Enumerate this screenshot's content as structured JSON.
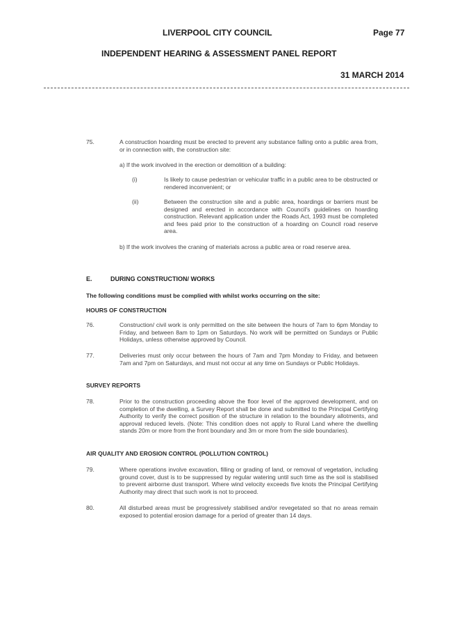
{
  "header": {
    "council": "LIVERPOOL CITY COUNCIL",
    "page": "Page 77",
    "report": "INDEPENDENT HEARING & ASSESSMENT PANEL REPORT",
    "date": "31 MARCH 2014"
  },
  "c75": {
    "num": "75.",
    "text": "A construction hoarding must be erected to prevent any substance falling onto a public area from, or in connection with, the construction site:",
    "a": "a)  If the work involved in the erection or demolition of a building:",
    "i_num": "(i)",
    "i_text": "Is likely to cause pedestrian or vehicular traffic in a public area to be obstructed or rendered inconvenient; or",
    "ii_num": "(ii)",
    "ii_text": "Between the construction site and a public area, hoardings or barriers must be designed and erected in accordance with Council's guidelines on hoarding construction. Relevant application under the Roads Act, 1993 must be completed and fees paid prior to the construction of a hoarding on Council road reserve area.",
    "b": "b)  If the work involves the craning of materials across a public area or road reserve area."
  },
  "sectionE": {
    "letter": "E.",
    "title": "DURING CONSTRUCTION/ WORKS",
    "intro": "The following conditions must be complied with whilst works occurring on the site:"
  },
  "hours": {
    "heading": "HOURS OF CONSTRUCTION",
    "c76_num": "76.",
    "c76": "Construction/ civil work is only permitted on the site between the hours of 7am to 6pm Monday to Friday, and between 8am to 1pm on Saturdays. No work will be permitted on Sundays or Public Holidays, unless otherwise approved by Council.",
    "c77_num": "77.",
    "c77": "Deliveries must only occur between the hours of 7am and 7pm Monday to Friday, and between 7am and 7pm on Saturdays, and must not occur at any time on Sundays or Public Holidays."
  },
  "survey": {
    "heading": "SURVEY REPORTS",
    "c78_num": "78.",
    "c78": "Prior to the construction proceeding above the floor level of the approved development, and on completion of the dwelling, a Survey Report shall be done and submitted to the Principal Certifying Authority to verify the correct position of the structure in relation to the boundary allotments, and approval reduced levels. (Note: This condition does not apply to Rural Land where the dwelling stands 20m or more from the front boundary and 3m or more from the side boundaries)."
  },
  "air": {
    "heading": "AIR QUALITY AND EROSION CONTROL (POLLUTION CONTROL)",
    "c79_num": "79.",
    "c79": "Where operations involve excavation, filling or grading of land, or removal of vegetation, including ground cover, dust is to be suppressed by regular watering until such time as the soil is stabilised to prevent airborne dust transport. Where wind velocity exceeds five knots the Principal Certifying Authority may direct that such work is not to proceed.",
    "c80_num": "80.",
    "c80": "All disturbed areas must be progressively stabilised and/or revegetated so that no areas remain exposed to potential erosion damage for a period of greater than 14 days."
  }
}
